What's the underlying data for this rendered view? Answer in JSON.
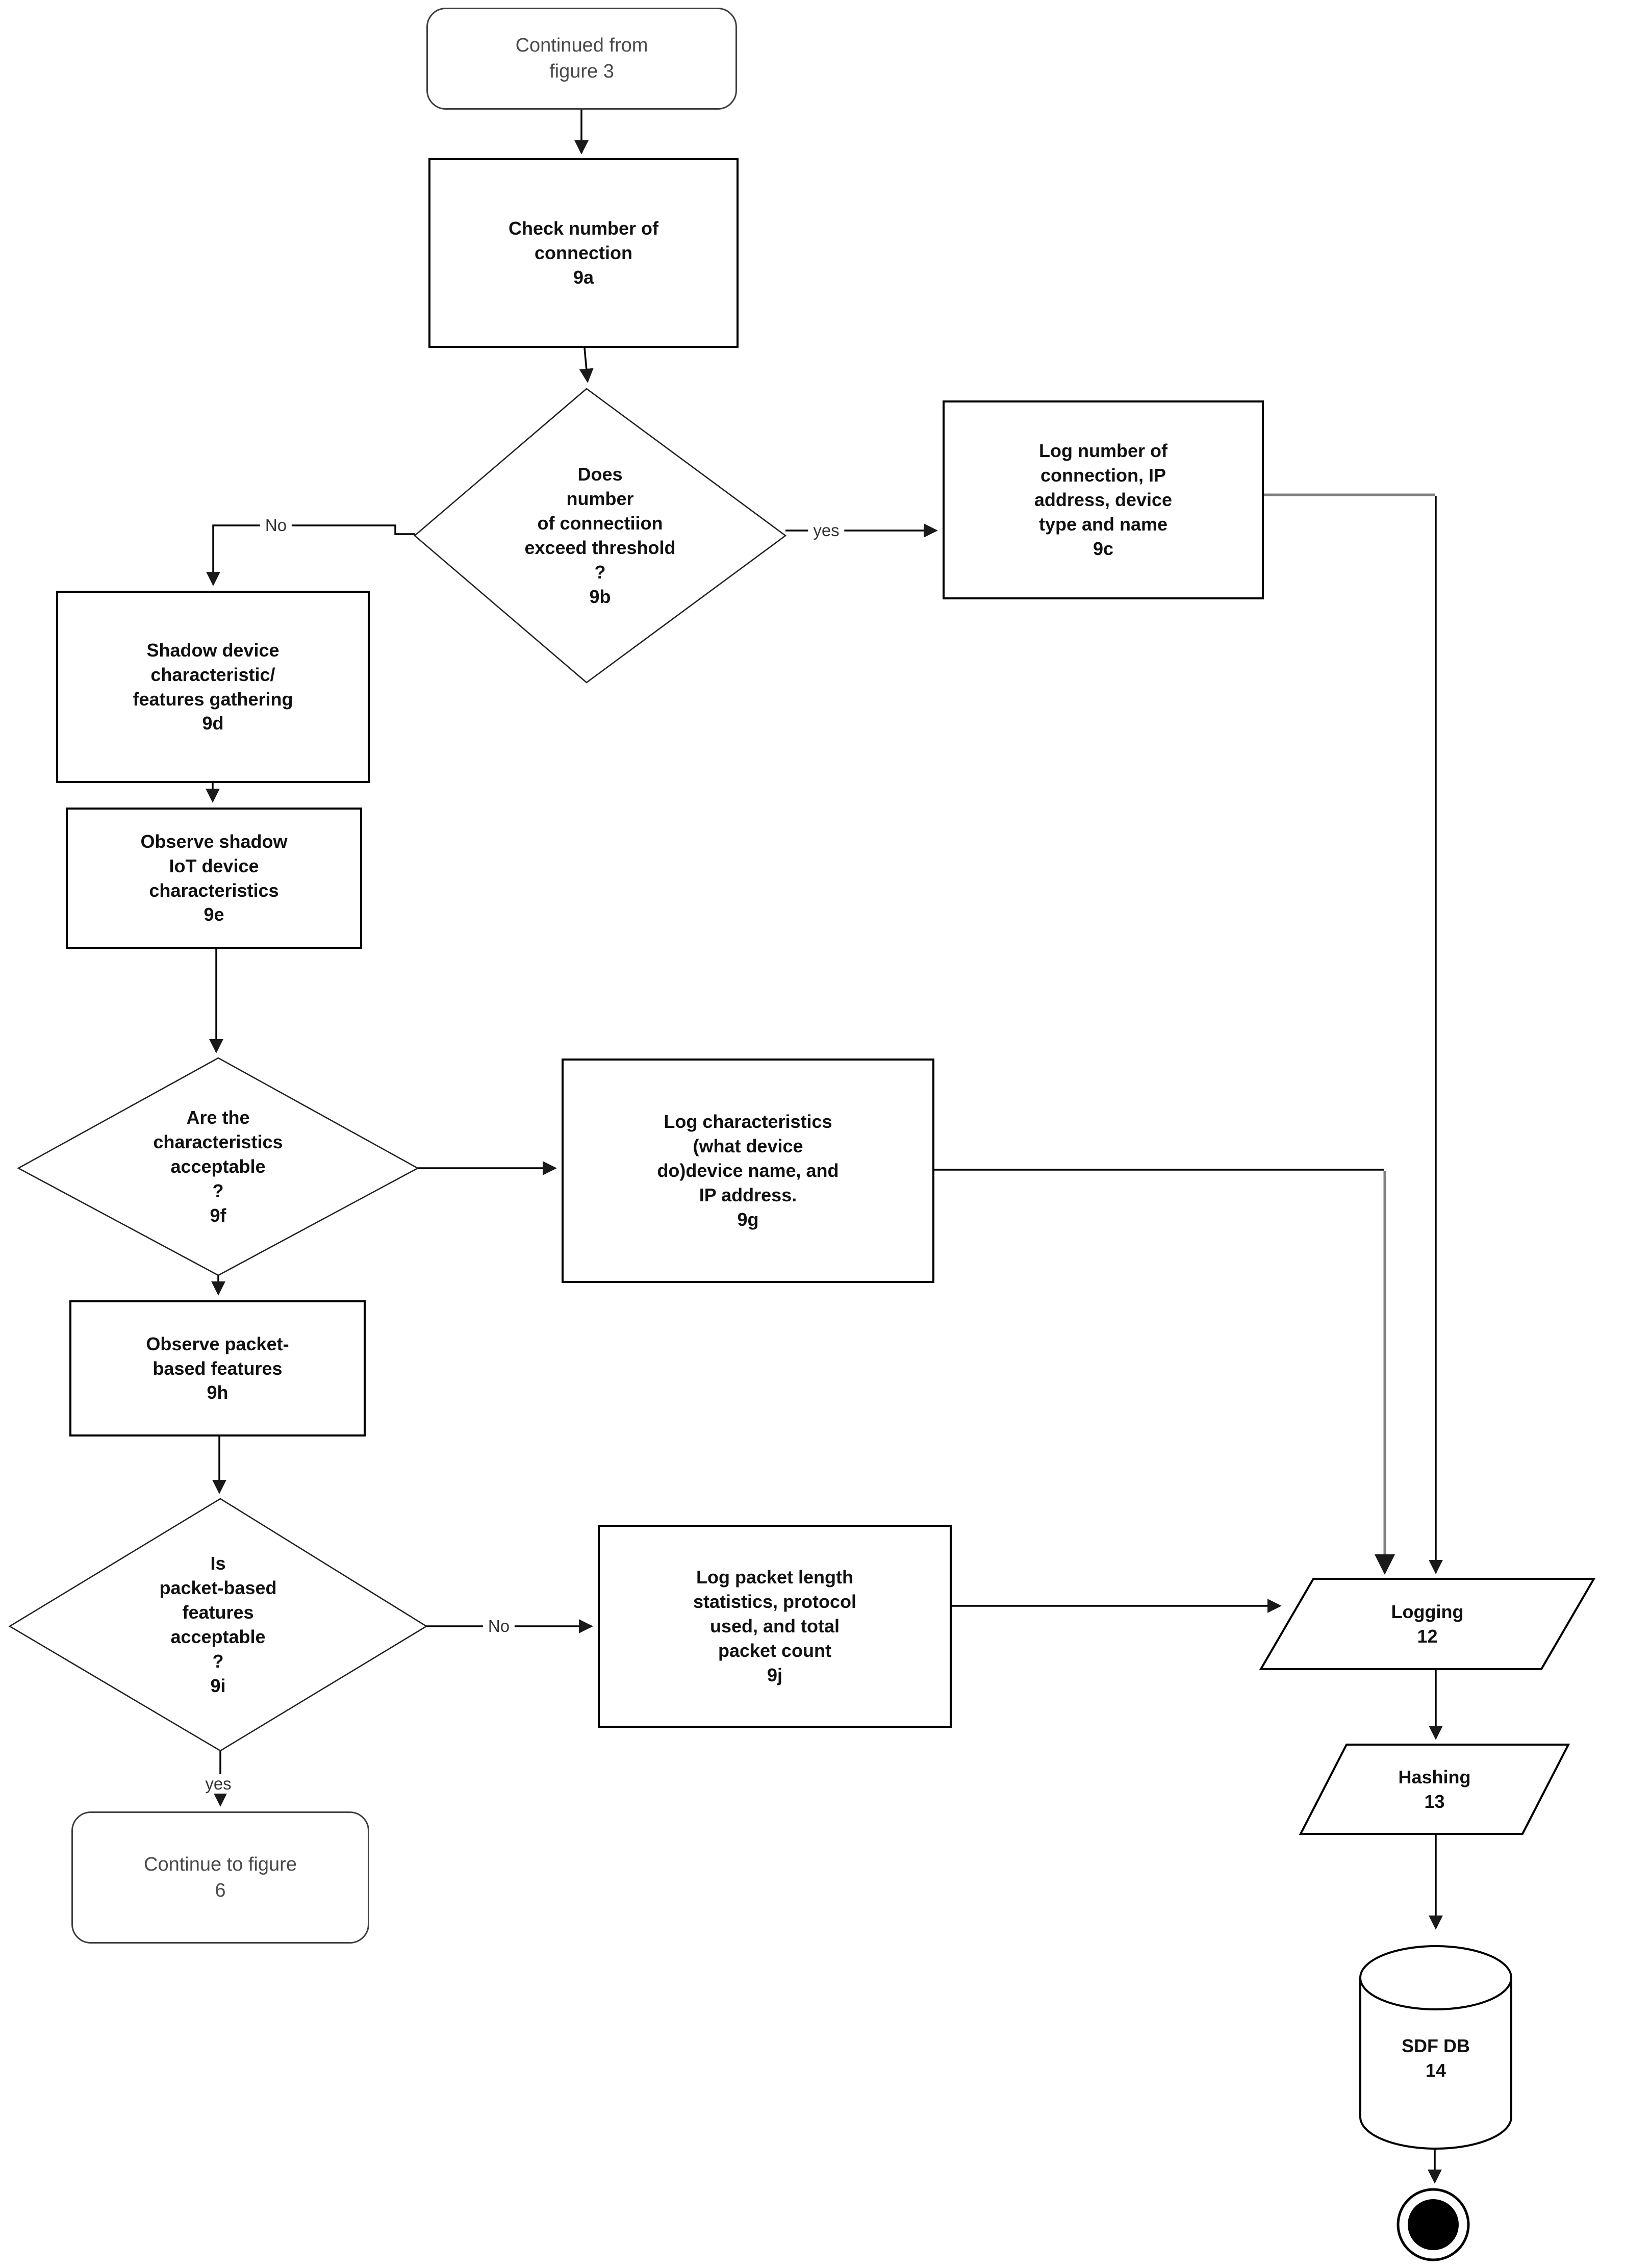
{
  "diagram": {
    "kind": "flowchart",
    "continued_from": "figure 3",
    "continues_to": "figure 6"
  },
  "nodes": {
    "start": {
      "type": "terminator",
      "label": "Continued from\nfigure 3"
    },
    "n9a": {
      "type": "process",
      "label": "Check number of\nconnection\n9a"
    },
    "n9b": {
      "type": "decision",
      "label": "Does\nnumber\nof connectiion\nexceed threshold\n?\n9b"
    },
    "n9c": {
      "type": "process",
      "label": "Log number of\nconnection, IP\naddress, device\ntype and name\n9c"
    },
    "n9d": {
      "type": "process",
      "label": "Shadow device\ncharacteristic/\nfeatures gathering\n9d"
    },
    "n9e": {
      "type": "process",
      "label": "Observe shadow\nIoT device\ncharacteristics\n9e"
    },
    "n9f": {
      "type": "decision",
      "label": "Are the\ncharacteristics\nacceptable\n?\n9f"
    },
    "n9g": {
      "type": "process",
      "label": "Log characteristics\n(what device\ndo)device name, and\nIP address.\n9g"
    },
    "n9h": {
      "type": "process",
      "label": "Observe packet-\nbased features\n9h"
    },
    "n9i": {
      "type": "decision",
      "label": "Is\npacket-based\nfeatures\nacceptable\n?\n9i"
    },
    "n9j": {
      "type": "process",
      "label": "Log packet length\nstatistics, protocol\nused, and total\npacket count\n9j"
    },
    "end_fig6": {
      "type": "terminator",
      "label": "Continue to figure\n6"
    },
    "logging": {
      "type": "data",
      "label": "Logging\n12"
    },
    "hashing": {
      "type": "data",
      "label": "Hashing\n13"
    },
    "sdfdb": {
      "type": "database",
      "label": "SDF DB\n14"
    },
    "terminal": {
      "type": "end-state",
      "label": ""
    }
  },
  "edge_labels": {
    "b9_no": "No",
    "b9_yes": "yes",
    "i9_no": "No",
    "i9_yes": "yes"
  },
  "edges": [
    {
      "from": "start",
      "to": "9a",
      "label": ""
    },
    {
      "from": "9a",
      "to": "9b",
      "label": ""
    },
    {
      "from": "9b",
      "to": "9c",
      "label": "yes"
    },
    {
      "from": "9b",
      "to": "9d",
      "label": "No"
    },
    {
      "from": "9d",
      "to": "9e",
      "label": ""
    },
    {
      "from": "9e",
      "to": "9f",
      "label": ""
    },
    {
      "from": "9f",
      "to": "9g",
      "label": ""
    },
    {
      "from": "9f",
      "to": "9h",
      "label": ""
    },
    {
      "from": "9h",
      "to": "9i",
      "label": ""
    },
    {
      "from": "9i",
      "to": "9j",
      "label": "No"
    },
    {
      "from": "9i",
      "to": "end_fig6",
      "label": "yes"
    },
    {
      "from": "9c",
      "to": "logging",
      "label": ""
    },
    {
      "from": "9g",
      "to": "logging",
      "label": ""
    },
    {
      "from": "9j",
      "to": "logging",
      "label": ""
    },
    {
      "from": "logging",
      "to": "hashing",
      "label": ""
    },
    {
      "from": "hashing",
      "to": "sdfdb",
      "label": ""
    },
    {
      "from": "sdfdb",
      "to": "terminal",
      "label": ""
    }
  ],
  "colors": {
    "line": "#000000",
    "gray_line": "#808080",
    "node_border": "#000000",
    "terminator_border": "#3f3f3f",
    "text": "#111111",
    "terminator_text": "#4a4a4a",
    "terminal_fill": "#000000",
    "background": "#ffffff"
  }
}
